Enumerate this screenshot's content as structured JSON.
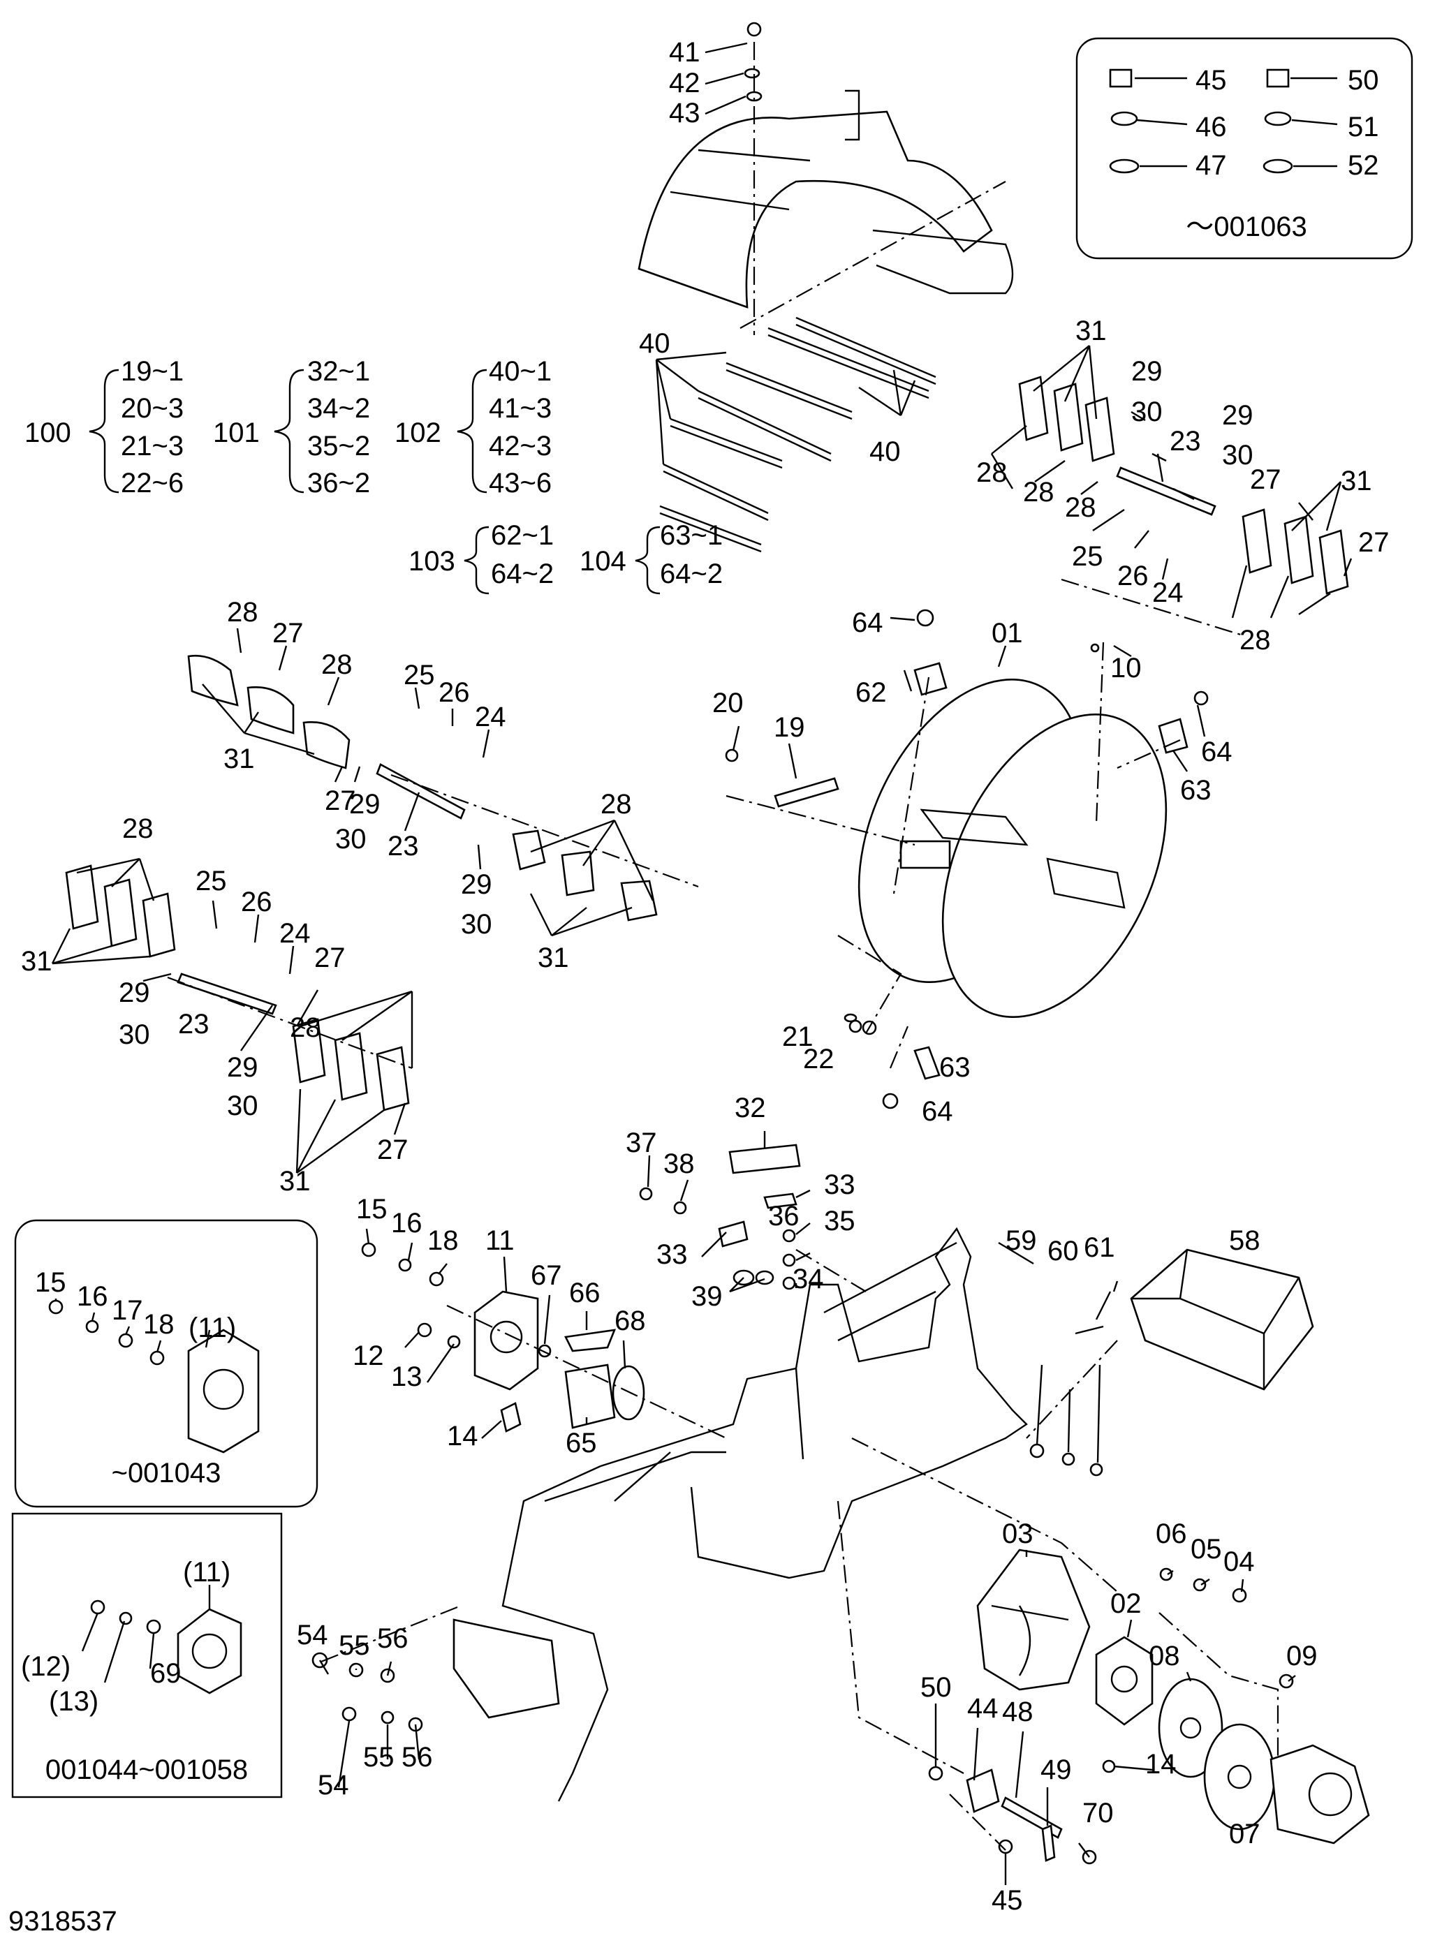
{
  "drawing_number": "9318537",
  "variant_box_top_right": {
    "serial_range": "～001063"
  },
  "variant_box_left_a": {
    "serial_range": "~001043"
  },
  "variant_box_left_b": {
    "serial_range": "001044~001058"
  },
  "assemblies": [
    {
      "id": "100",
      "items": [
        "19~1",
        "20~3",
        "21~3",
        "22~6"
      ]
    },
    {
      "id": "101",
      "items": [
        "32~1",
        "34~2",
        "35~2",
        "36~2"
      ]
    },
    {
      "id": "102",
      "items": [
        "40~1",
        "41~3",
        "42~3",
        "43~6"
      ]
    },
    {
      "id": "103",
      "items": [
        "62~1",
        "64~2"
      ]
    },
    {
      "id": "104",
      "items": [
        "63~1",
        "64~2"
      ]
    }
  ],
  "callouts": [
    "41",
    "42",
    "43",
    "45",
    "46",
    "47",
    "50",
    "51",
    "52",
    "40",
    "40",
    "31",
    "29",
    "30",
    "29",
    "30",
    "28",
    "28",
    "28",
    "23",
    "27",
    "31",
    "27",
    "25",
    "26",
    "24",
    "28",
    "64",
    "01",
    "10",
    "62",
    "20",
    "19",
    "64",
    "63",
    "28",
    "27",
    "28",
    "31",
    "25",
    "26",
    "24",
    "27",
    "29",
    "30",
    "23",
    "28",
    "29",
    "30",
    "31",
    "28",
    "25",
    "26",
    "24",
    "27",
    "28",
    "31",
    "29",
    "30",
    "23",
    "29",
    "30",
    "27",
    "31",
    "21",
    "22",
    "63",
    "64",
    "32",
    "37",
    "38",
    "33",
    "36",
    "35",
    "33",
    "39",
    "34",
    "15",
    "16",
    "18",
    "11",
    "67",
    "66",
    "68",
    "12",
    "13",
    "14",
    "65",
    "15",
    "16",
    "17",
    "18",
    "(11)",
    "(11)",
    "(12)",
    "(13)",
    "69",
    "58",
    "59",
    "60",
    "61",
    "03",
    "06",
    "05",
    "04",
    "02",
    "08",
    "09",
    "14",
    "07",
    "54",
    "55",
    "56",
    "54",
    "55",
    "56",
    "50",
    "44",
    "48",
    "49",
    "70",
    "45"
  ]
}
